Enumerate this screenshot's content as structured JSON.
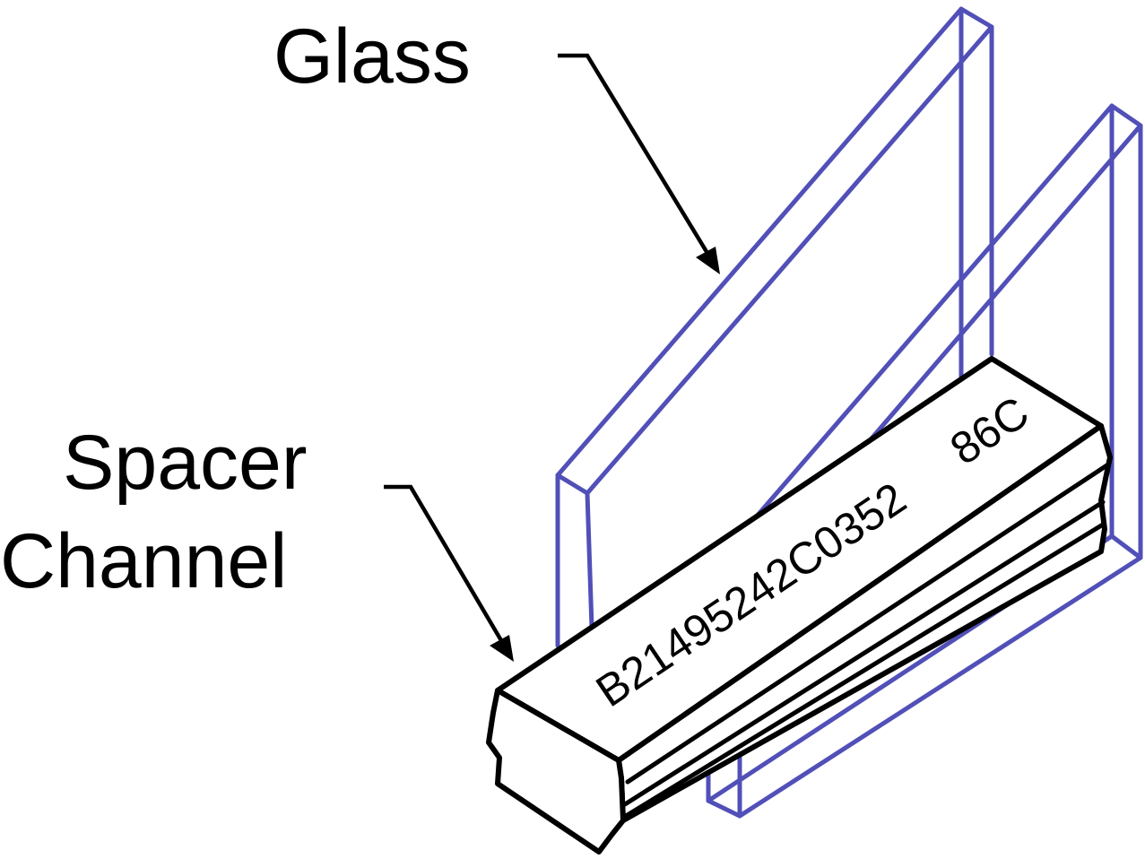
{
  "labels": {
    "glass": "Glass",
    "spacer_line1": "Spacer",
    "spacer_line2": "Channel"
  },
  "spacer_marking": {
    "code": "B21495242C0352",
    "suffix": "86C"
  },
  "colors": {
    "glass": "#5150b8",
    "spacer": "#000000",
    "background": "#ffffff"
  }
}
